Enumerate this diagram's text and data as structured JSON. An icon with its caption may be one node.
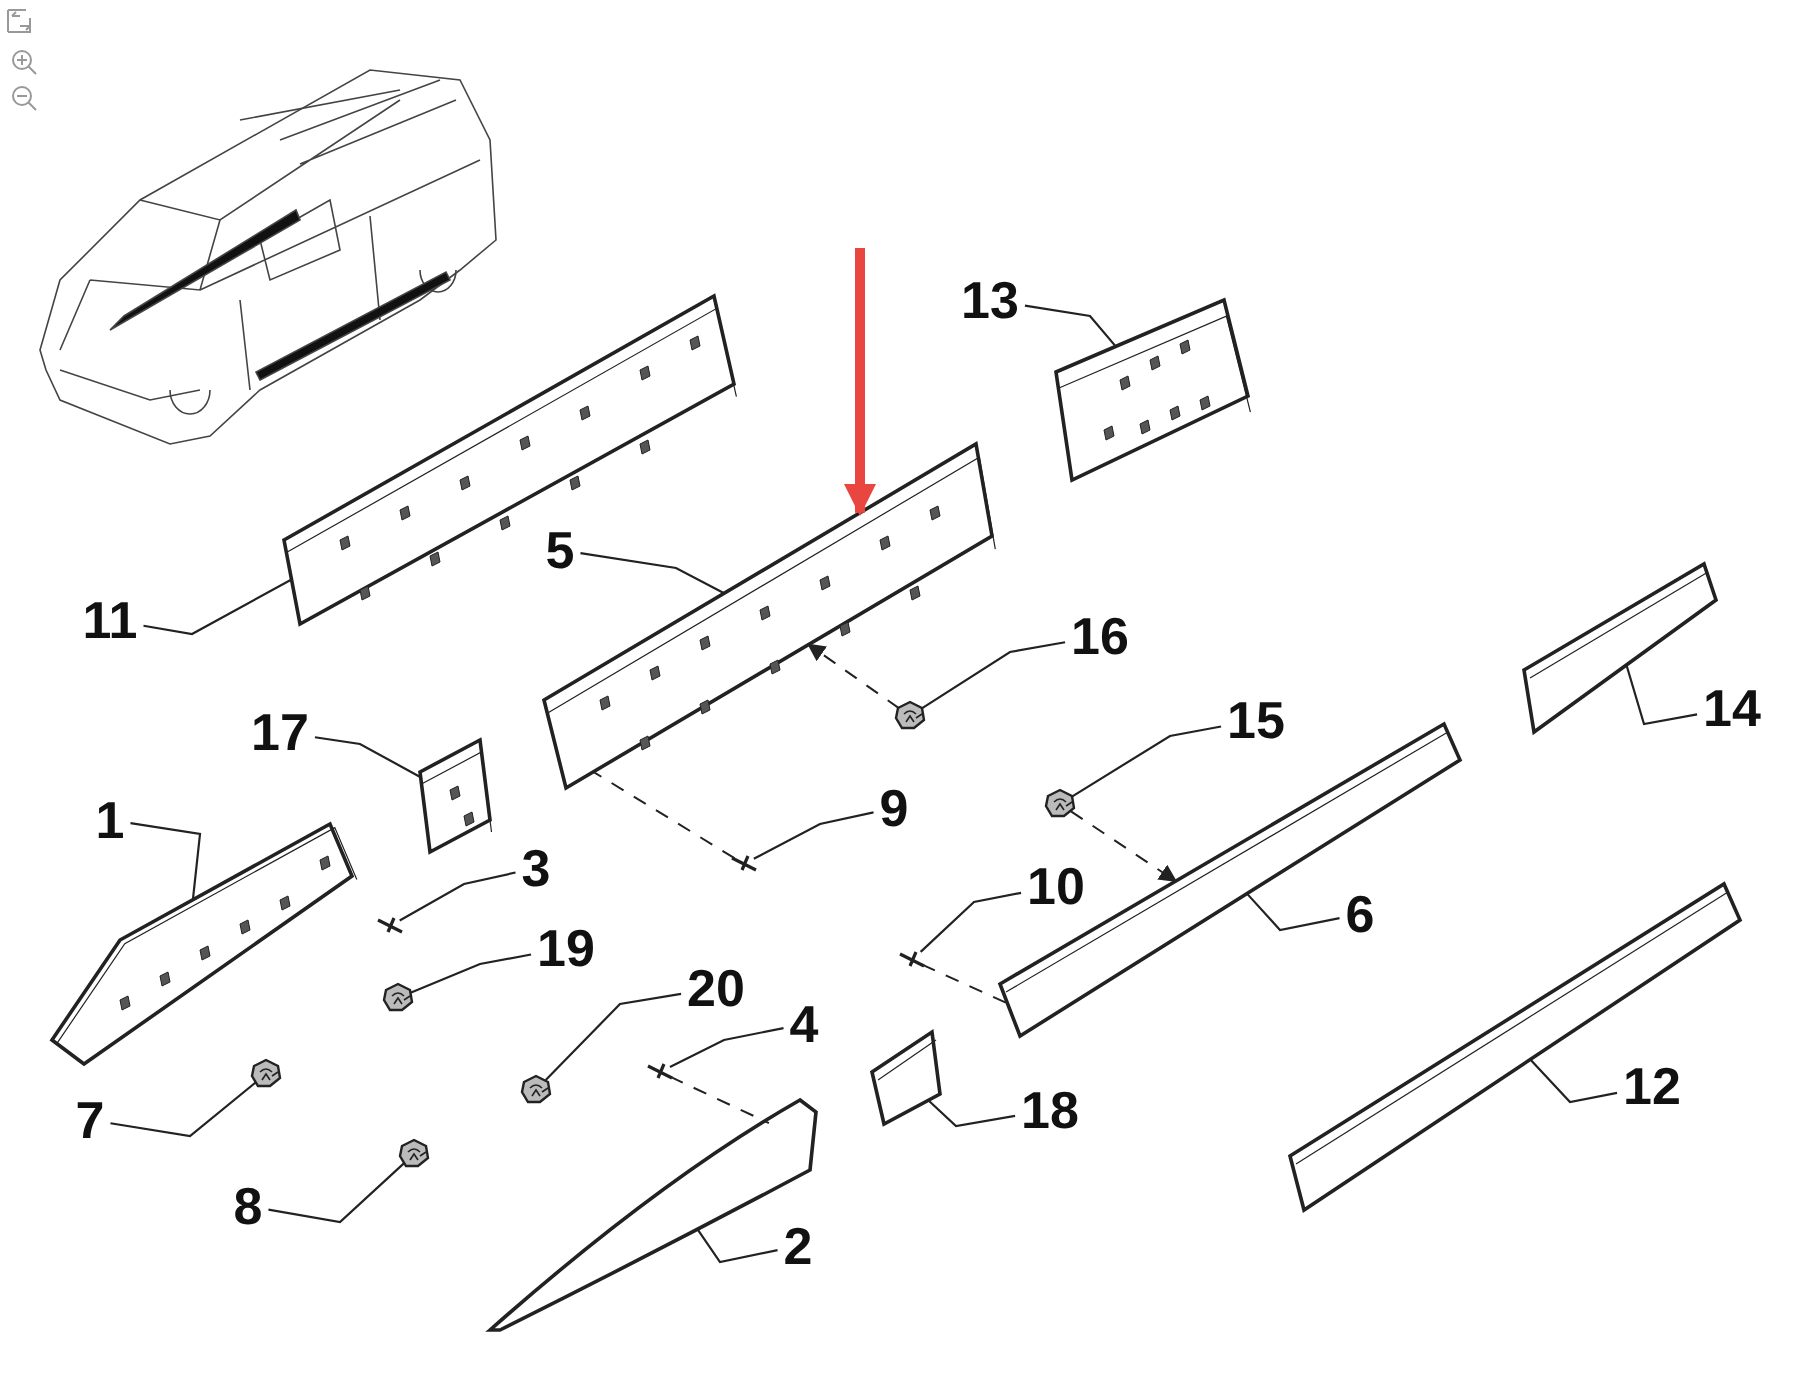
{
  "diagram": {
    "nodes": [
      {
        "text": [
          "13"
        ]
      },
      {
        "text": [
          "5"
        ]
      },
      {
        "text": [
          "11"
        ]
      },
      {
        "text": [
          "16"
        ]
      },
      {
        "text": [
          "14"
        ]
      },
      {
        "text": [
          "15"
        ]
      },
      {
        "text": [
          "17"
        ]
      },
      {
        "text": [
          "9"
        ]
      },
      {
        "text": [
          "1"
        ]
      },
      {
        "text": [
          "3"
        ]
      },
      {
        "text": [
          "10"
        ]
      },
      {
        "text": [
          "6"
        ]
      },
      {
        "text": [
          "19"
        ]
      },
      {
        "text": [
          "20"
        ]
      },
      {
        "text": [
          "4"
        ]
      },
      {
        "text": [
          "12"
        ]
      },
      {
        "text": [
          "18"
        ]
      },
      {
        "text": [
          "7"
        ]
      },
      {
        "text": [
          "8"
        ]
      },
      {
        "text": [
          "2"
        ]
      },
      {
        "text": [],
        "shape": "picture"
      },
      {
        "text": [],
        "shape": "picture"
      },
      {
        "text": [],
        "shape": "picture"
      },
      {
        "text": [],
        "shape": "picture"
      },
      {
        "text": [],
        "shape": "picture"
      },
      {
        "text": [],
        "shape": "picture"
      },
      {
        "text": [],
        "shape": "picture"
      },
      {
        "text": [],
        "shape": "picture"
      },
      {
        "text": [],
        "shape": "picture"
      },
      {
        "text": [],
        "shape": "picture"
      },
      {
        "text": [],
        "shape": "picture"
      },
      {
        "text": [],
        "shape": "picture"
      },
      {
        "text": [],
        "shape": "picture"
      },
      {
        "text": [],
        "shape": "picture"
      },
      {
        "text": [],
        "shape": "picture"
      },
      {
        "text": [],
        "shape": "picture"
      },
      {
        "text": [],
        "shape": "picture"
      },
      {
        "text": [],
        "shape": "picture"
      },
      {
        "text": [],
        "shape": "picture"
      },
      {
        "text": [],
        "shape": "picture"
      }
    ],
    "edges": [
      {
        "from": 0,
        "to": 20,
        "arrow": "none"
      },
      {
        "from": 1,
        "to": 21,
        "arrow": "none"
      },
      {
        "from": 2,
        "to": 22,
        "arrow": "none"
      },
      {
        "from": 3,
        "to": 23,
        "arrow": "none"
      },
      {
        "from": 4,
        "to": 24,
        "arrow": "none"
      },
      {
        "from": 5,
        "to": 25,
        "arrow": "none"
      },
      {
        "from": 6,
        "to": 26,
        "arrow": "none"
      },
      {
        "from": 7,
        "to": 27,
        "arrow": "none"
      },
      {
        "from": 8,
        "to": 28,
        "arrow": "none"
      },
      {
        "from": 9,
        "to": 29,
        "arrow": "none"
      },
      {
        "from": 10,
        "to": 30,
        "arrow": "none"
      },
      {
        "from": 11,
        "to": 31,
        "arrow": "none"
      },
      {
        "from": 12,
        "to": 32,
        "arrow": "none"
      },
      {
        "from": 13,
        "to": 33,
        "arrow": "none"
      },
      {
        "from": 14,
        "to": 34,
        "arrow": "none"
      },
      {
        "from": 15,
        "to": 35,
        "arrow": "none"
      },
      {
        "from": 16,
        "to": 36,
        "arrow": "none"
      },
      {
        "from": 17,
        "to": 37,
        "arrow": "none"
      },
      {
        "from": 18,
        "to": 38,
        "arrow": "none"
      },
      {
        "from": 19,
        "to": 39,
        "arrow": "none"
      },
      {
        "from": 27,
        "to": 21,
        "arrow": "none",
        "style": "dashed"
      },
      {
        "from": 23,
        "to": 21,
        "arrow": "to",
        "style": "dashed"
      },
      {
        "from": 25,
        "to": 31,
        "arrow": "to",
        "style": "dashed"
      },
      {
        "from": 30,
        "to": 31,
        "arrow": "none",
        "style": "dashed"
      },
      {
        "from": 34,
        "to": 39,
        "arrow": "none",
        "style": "dashed"
      },
      {
        "from": null,
        "to": 21,
        "arrow": "to",
        "style": "thick",
        "color": "#e8463e"
      }
    ]
  }
}
